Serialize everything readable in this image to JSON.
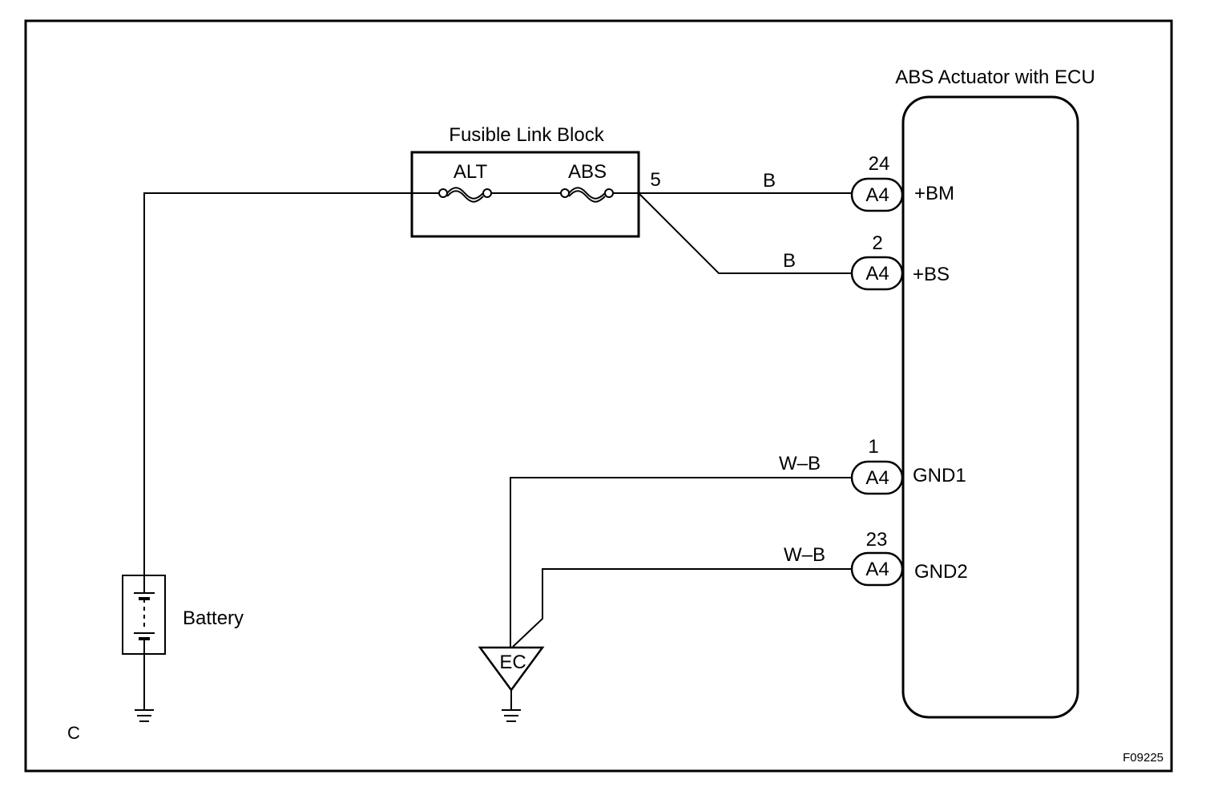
{
  "diagram": {
    "ecu_title": "ABS Actuator with ECU",
    "fusible_link_block_title": "Fusible Link Block",
    "fuse_alt": "ALT",
    "fuse_abs": "ABS",
    "fuse_block_terminal": "5",
    "battery_label": "Battery",
    "ground_point_label": "EC",
    "corner_letter": "C",
    "figure_code": "F09225",
    "wires": {
      "bm_color": "B",
      "bs_color": "B",
      "gnd1_color": "W–B",
      "gnd2_color": "W–B"
    },
    "connectors": [
      {
        "pin": "24",
        "connector": "A4",
        "terminal": "+BM"
      },
      {
        "pin": "2",
        "connector": "A4",
        "terminal": "+BS"
      },
      {
        "pin": "1",
        "connector": "A4",
        "terminal": "GND1"
      },
      {
        "pin": "23",
        "connector": "A4",
        "terminal": "GND2"
      }
    ]
  }
}
